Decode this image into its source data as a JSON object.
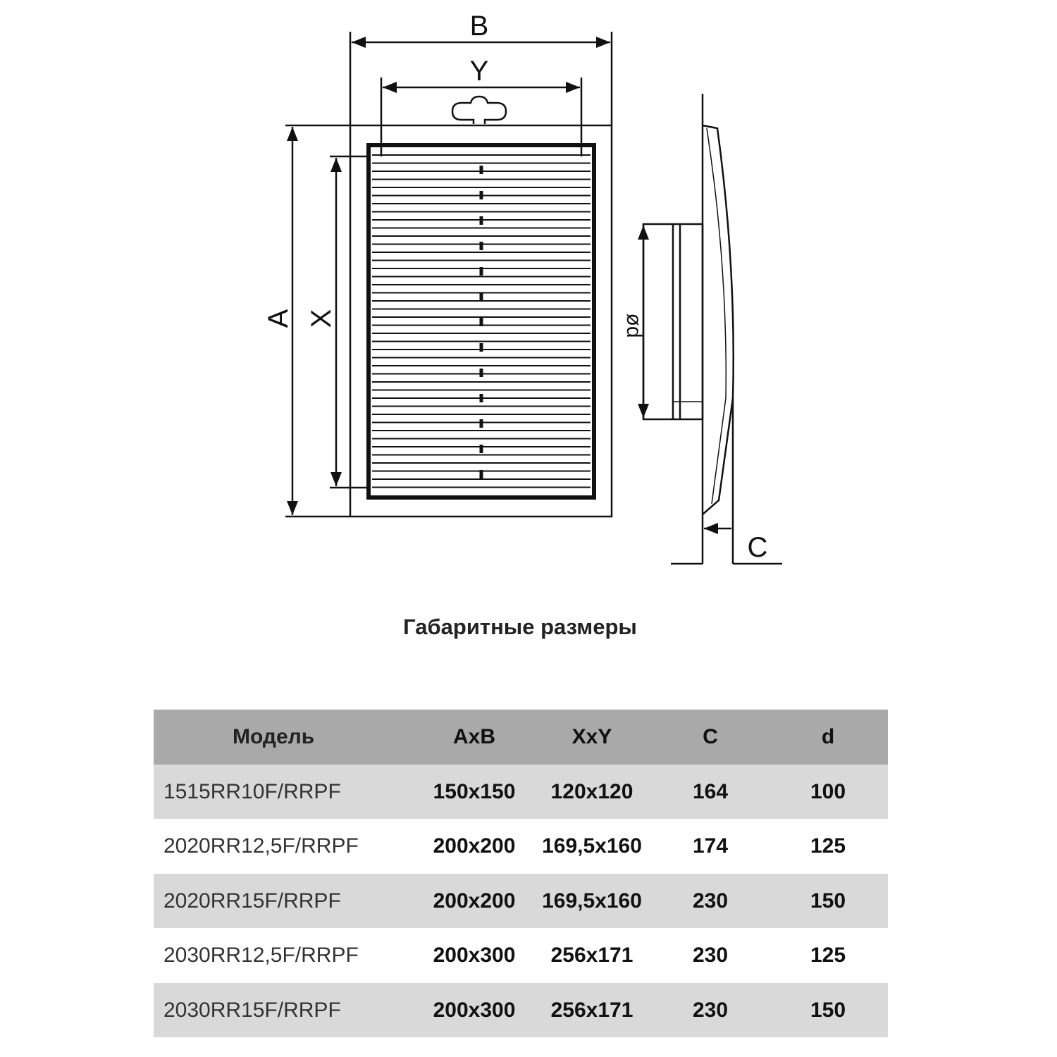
{
  "drawing": {
    "labels": {
      "B": "B",
      "Y": "Y",
      "A": "A",
      "X": "X",
      "d": "ød",
      "C": "C"
    }
  },
  "title": "Габаритные размеры",
  "table": {
    "headers": [
      "Модель",
      "AxB",
      "XxY",
      "C",
      "d"
    ],
    "rows": [
      [
        "1515RR10F/RRPF",
        "150x150",
        "120x120",
        "164",
        "100"
      ],
      [
        "2020RR12,5F/RRPF",
        "200x200",
        "169,5x160",
        "174",
        "125"
      ],
      [
        "2020RR15F/RRPF",
        "200x200",
        "169,5x160",
        "230",
        "150"
      ],
      [
        "2030RR12,5F/RRPF",
        "200x300",
        "256x171",
        "230",
        "125"
      ],
      [
        "2030RR15F/RRPF",
        "200x300",
        "256x171",
        "230",
        "150"
      ]
    ]
  }
}
